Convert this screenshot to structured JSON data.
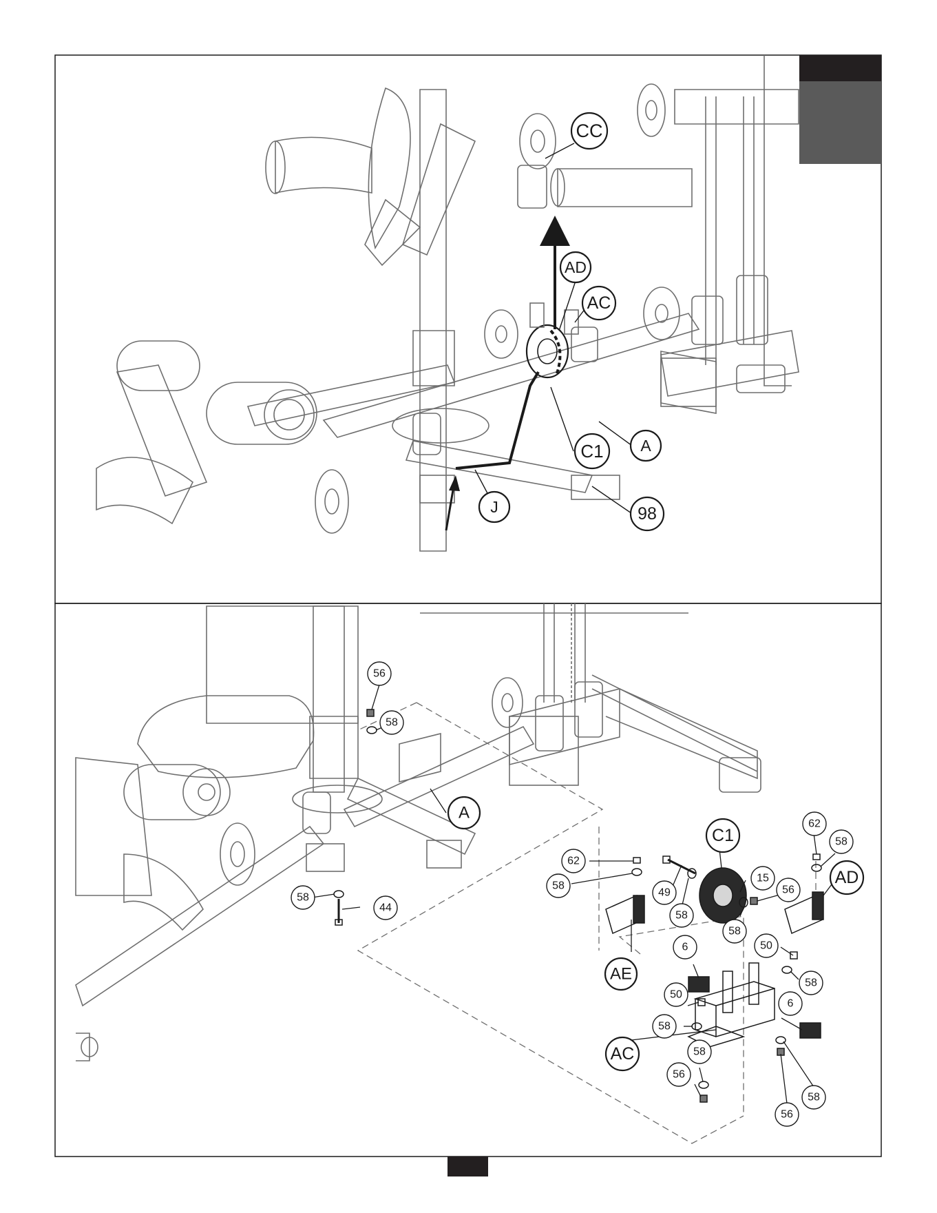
{
  "colors": {
    "line": "#1a1a1a",
    "part": "#6e6e6e",
    "light": "#bdbdbd",
    "dark_tab": "#231f20",
    "mid_tab": "#5a5a5a"
  },
  "top_panel": {
    "callouts": [
      {
        "id": "cc",
        "label": "CC"
      },
      {
        "id": "ad",
        "label": "AD"
      },
      {
        "id": "ac",
        "label": "AC"
      },
      {
        "id": "c1",
        "label": "C1"
      },
      {
        "id": "a",
        "label": "A"
      },
      {
        "id": "j",
        "label": "J"
      },
      {
        "id": "98",
        "label": "98"
      }
    ]
  },
  "bottom_panel": {
    "callouts": [
      {
        "id": "56a",
        "label": "56"
      },
      {
        "id": "58a",
        "label": "58"
      },
      {
        "id": "a2",
        "label": "A"
      },
      {
        "id": "58b",
        "label": "58"
      },
      {
        "id": "44",
        "label": "44"
      },
      {
        "id": "62a",
        "label": "62"
      },
      {
        "id": "58c",
        "label": "58"
      },
      {
        "id": "49",
        "label": "49"
      },
      {
        "id": "58d",
        "label": "58"
      },
      {
        "id": "c1b",
        "label": "C1"
      },
      {
        "id": "15",
        "label": "15"
      },
      {
        "id": "58e",
        "label": "58"
      },
      {
        "id": "56b",
        "label": "56"
      },
      {
        "id": "62b",
        "label": "62"
      },
      {
        "id": "58f",
        "label": "58"
      },
      {
        "id": "adb",
        "label": "AD"
      },
      {
        "id": "50a",
        "label": "50"
      },
      {
        "id": "58g",
        "label": "58"
      },
      {
        "id": "ae",
        "label": "AE"
      },
      {
        "id": "6a",
        "label": "6"
      },
      {
        "id": "50b",
        "label": "50"
      },
      {
        "id": "58h",
        "label": "58"
      },
      {
        "id": "6b",
        "label": "6"
      },
      {
        "id": "acb",
        "label": "AC"
      },
      {
        "id": "58i",
        "label": "58"
      },
      {
        "id": "56c",
        "label": "56"
      },
      {
        "id": "58j",
        "label": "58"
      },
      {
        "id": "56d",
        "label": "56"
      }
    ]
  }
}
